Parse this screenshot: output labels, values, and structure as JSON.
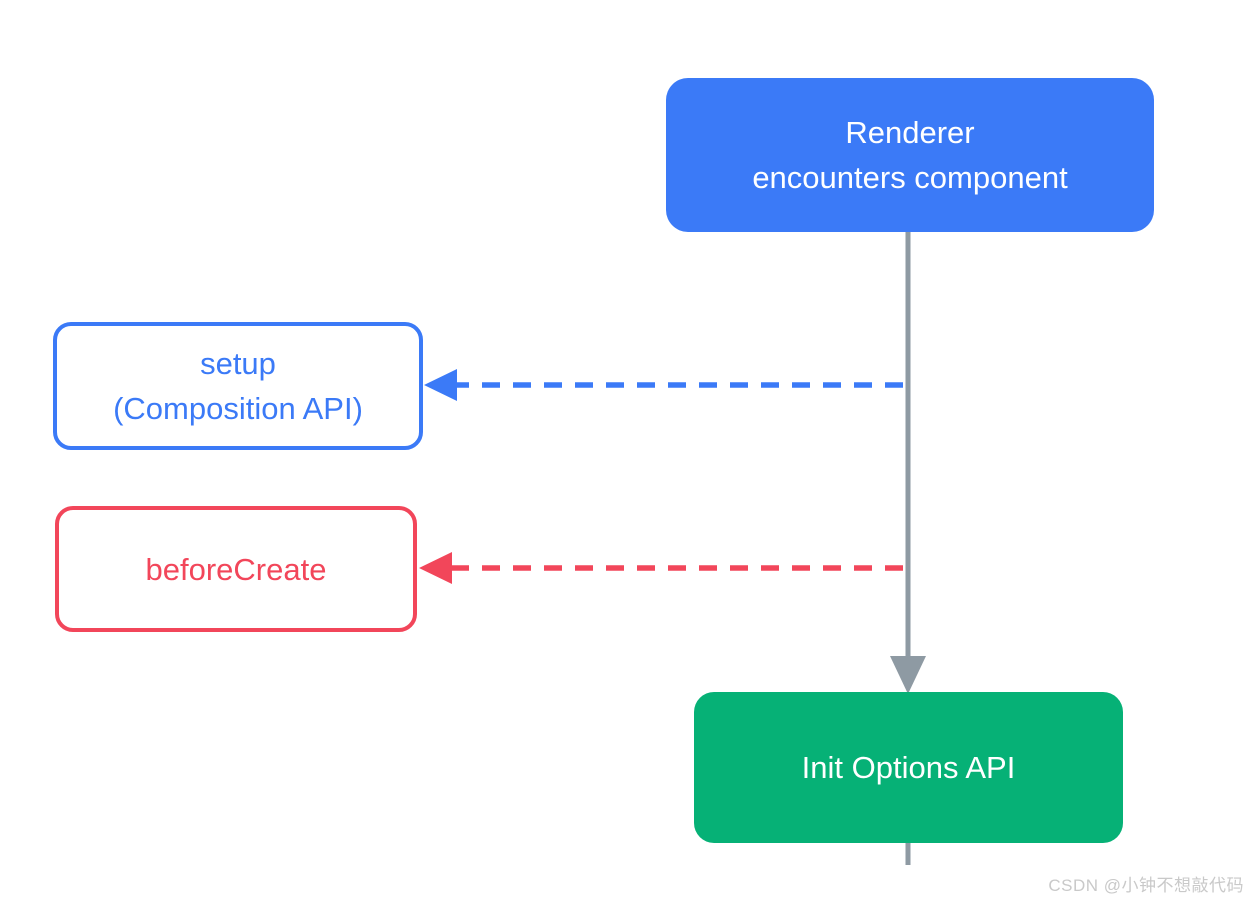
{
  "diagram": {
    "nodes": {
      "renderer": {
        "line1": "Renderer",
        "line2": "encounters component",
        "fill": "#3b7af7",
        "text_color": "#ffffff"
      },
      "setup": {
        "line1": "setup",
        "line2": "(Composition API)",
        "border_color": "#3b7af7",
        "text_color": "#3b7af7"
      },
      "before_create": {
        "label": "beforeCreate",
        "border_color": "#f2465a",
        "text_color": "#f2465a"
      },
      "init_options_api": {
        "label": "Init Options API",
        "fill": "#06b176",
        "text_color": "#ffffff"
      }
    },
    "connectors": {
      "main_flow_color": "#8e9aa3",
      "setup_arrow_color": "#3b7af7",
      "before_create_arrow_color": "#f2465a"
    },
    "watermark": "CSDN @小钟不想敲代码"
  }
}
